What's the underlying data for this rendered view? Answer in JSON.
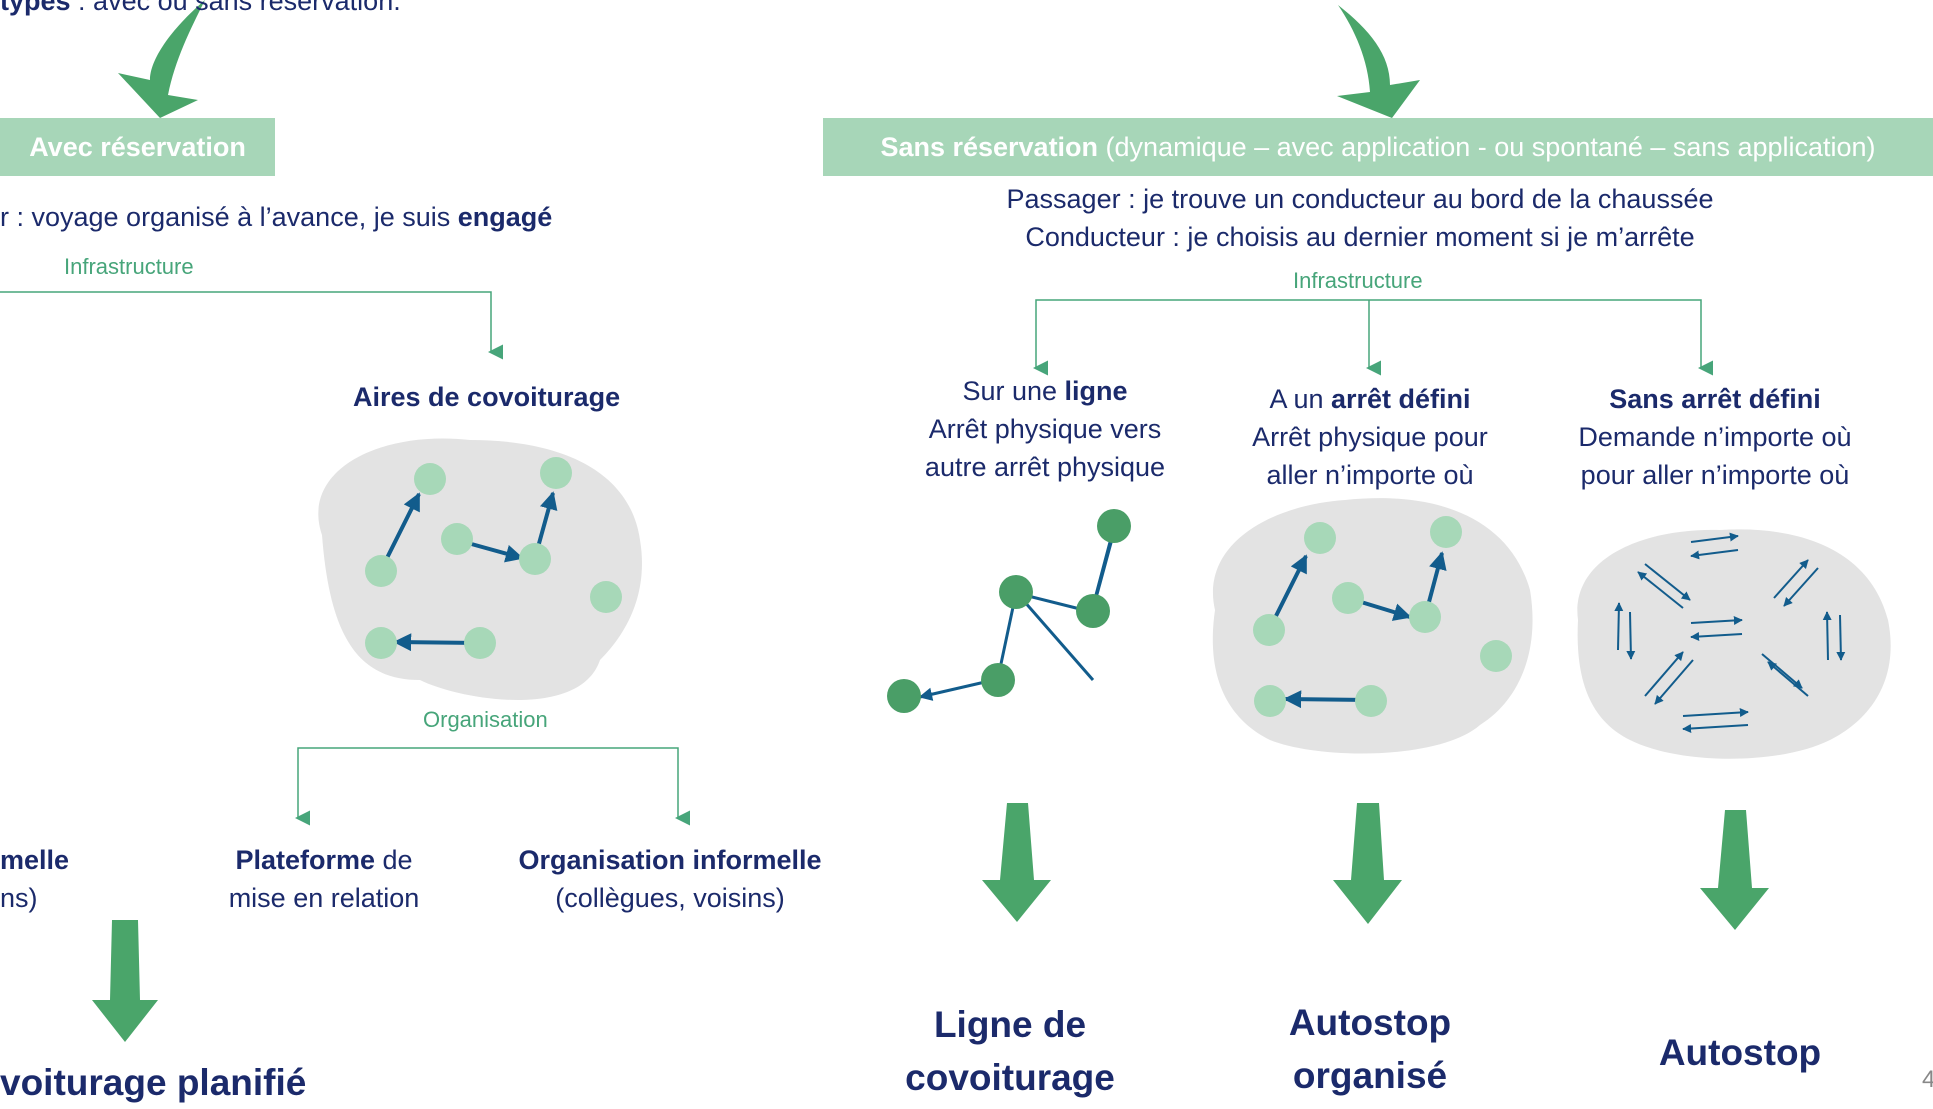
{
  "top_partial": {
    "bold": "types",
    "rest": " : avec ou sans réservation."
  },
  "left_section": {
    "header": "Avec réservation",
    "subtitle_prefix": "r : voyage organisé à l’avance, je suis ",
    "subtitle_bold": "engagé",
    "infra_label": "Infrastructure",
    "aires_label": "Aires de covoiturage",
    "org_label": "Organisation",
    "item1_line1": "melle",
    "item1_line2": "ns)",
    "item2_bold": "Plateforme",
    "item2_rest": " de",
    "item2_line2": "mise en relation",
    "item3_line1": "Organisation informelle",
    "item3_line2": "(collègues, voisins)",
    "result": "voiturage planifié"
  },
  "right_section": {
    "header_bold": "Sans réservation",
    "header_rest": " (dynamique – avec application - ou spontané – sans application)",
    "passenger_line": "Passager : je trouve un conducteur au bord de la chaussée",
    "driver_line": "Conducteur : je choisis au dernier moment si je m’arrête",
    "infra_label": "Infrastructure",
    "col1": {
      "prefix": "Sur une ",
      "bold": "ligne",
      "line2": "Arrêt physique vers",
      "line3": "autre arrêt physique"
    },
    "col2": {
      "prefix": "A un ",
      "bold": "arrêt défini",
      "line2": "Arrêt physique pour",
      "line3": "aller n’importe où"
    },
    "col3": {
      "bold": "Sans arrêt défini",
      "line2": "Demande n’importe où",
      "line3": "pour aller n’importe où"
    },
    "result1_line1": "Ligne de",
    "result1_line2": "covoiturage",
    "result2_line1": "Autostop",
    "result2_line2": "organisé",
    "result3": "Autostop"
  },
  "page_number": "4",
  "colors": {
    "green_bar": "#a7d6b8",
    "arrow_green": "#4aa56a",
    "navy": "#1b2a6b",
    "node_light": "#a7d8b8",
    "node_dark": "#4a9e67",
    "blob": "#e3e3e3"
  }
}
